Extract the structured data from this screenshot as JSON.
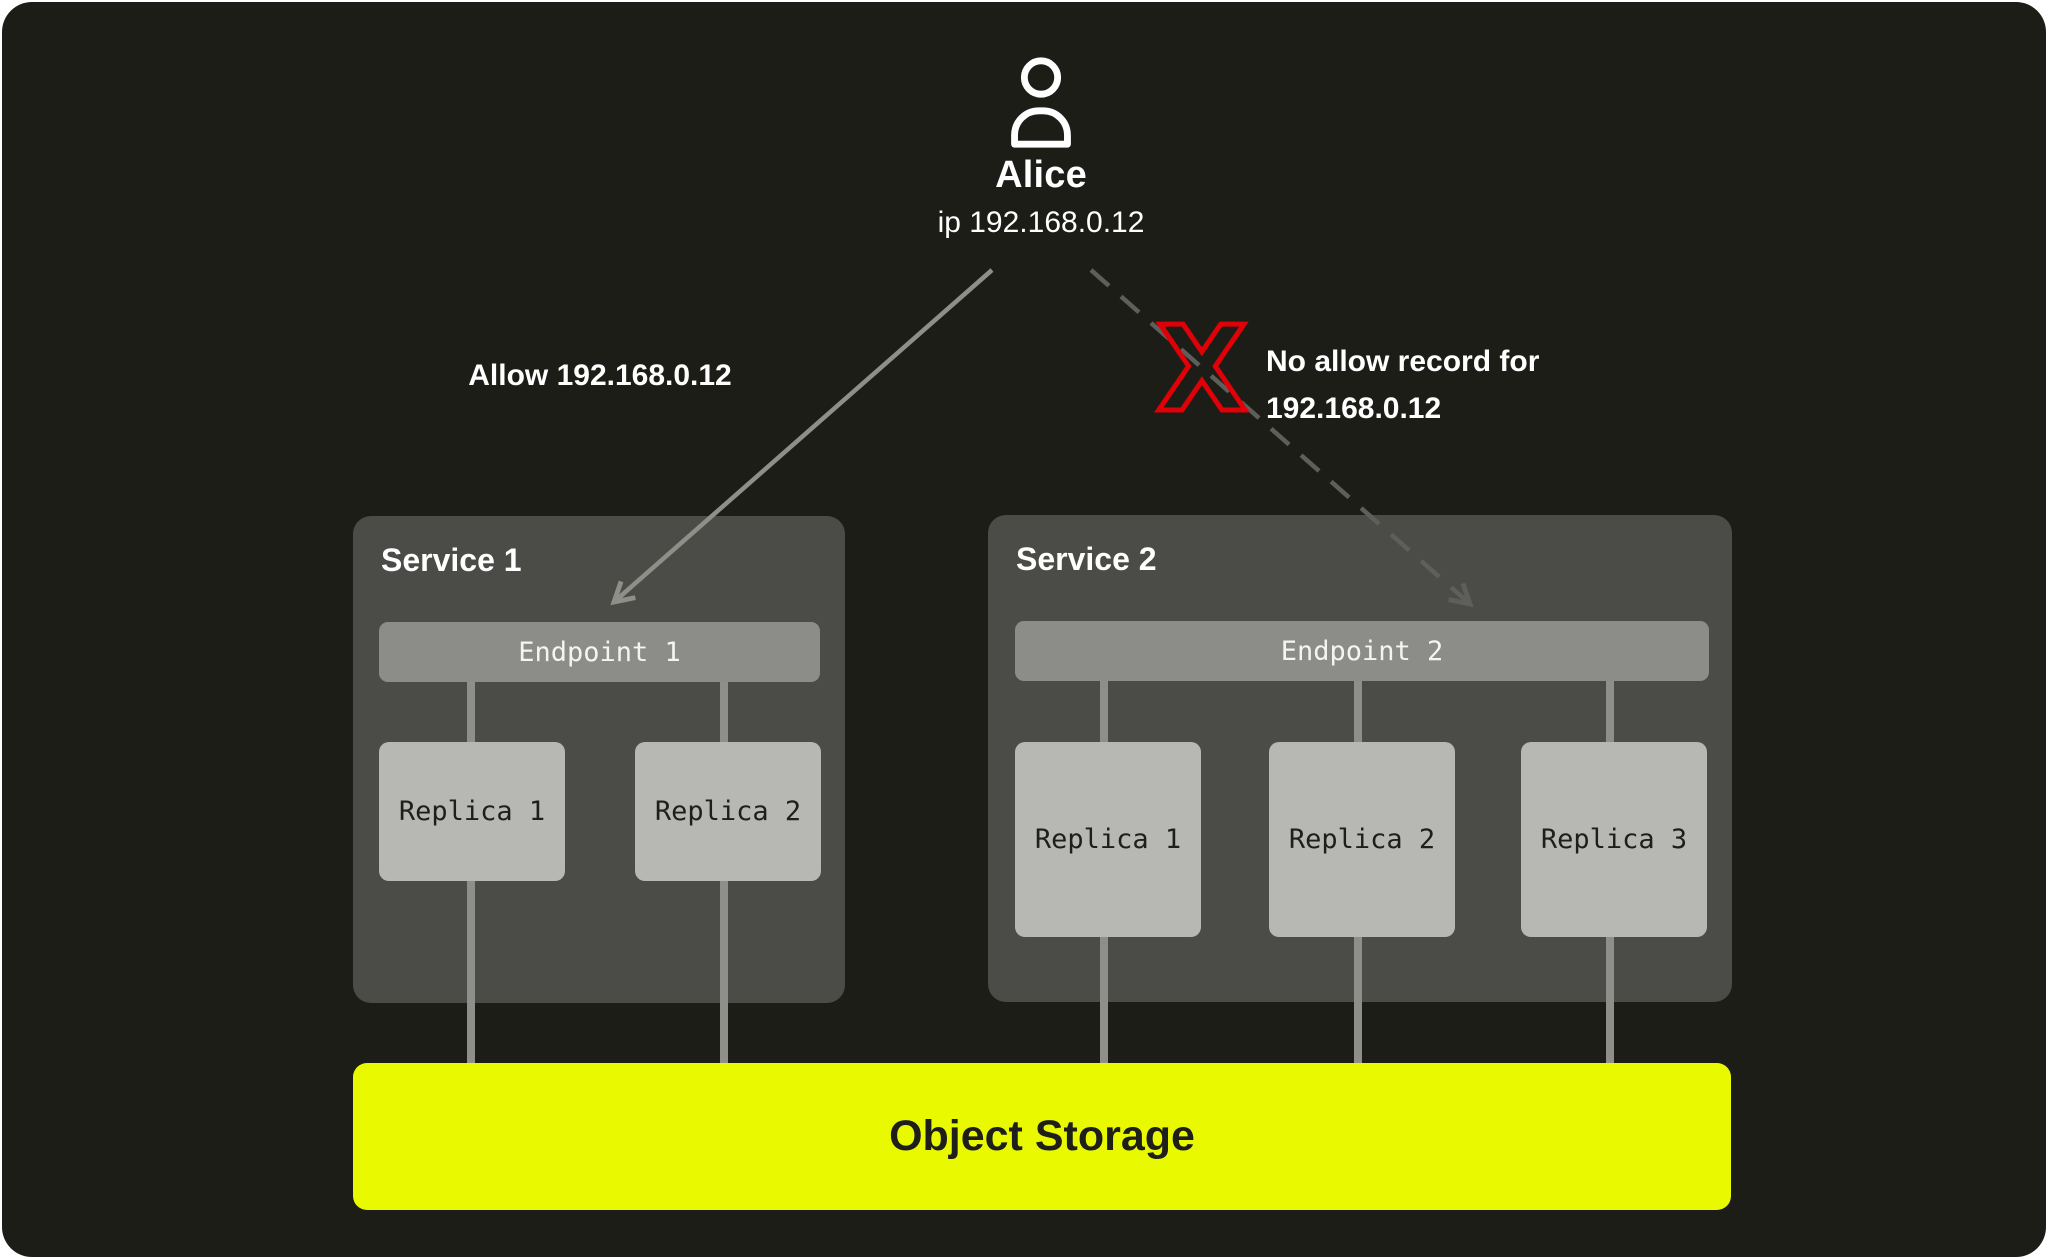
{
  "user": {
    "name": "Alice",
    "ip": "ip 192.168.0.12"
  },
  "edges": {
    "allow": {
      "label": "Allow 192.168.0.12"
    },
    "deny": {
      "label_line1": "No allow record for",
      "label_line2": "192.168.0.12",
      "x_mark": "X"
    }
  },
  "services": [
    {
      "title": "Service 1",
      "endpoint": "Endpoint 1",
      "replicas": [
        "Replica 1",
        "Replica 2"
      ]
    },
    {
      "title": "Service 2",
      "endpoint": "Endpoint 2",
      "replicas": [
        "Replica 1",
        "Replica 2",
        "Replica 3"
      ]
    }
  ],
  "storage": {
    "label": "Object Storage"
  },
  "colors": {
    "background": "#1d1d18",
    "service_box": "#4b4b47",
    "endpoint_bar": "#8c8c88",
    "replica_box": "#b7b7b3",
    "connector_line": "#8e8e8b",
    "storage_yellow": "#e9fa00",
    "allow_arrow": "#8f8f8a",
    "deny_arrow": "#5e5e5a",
    "deny_x": "#e00008",
    "text_light": "#ffffff",
    "text_dark": "#1e1e1a"
  }
}
